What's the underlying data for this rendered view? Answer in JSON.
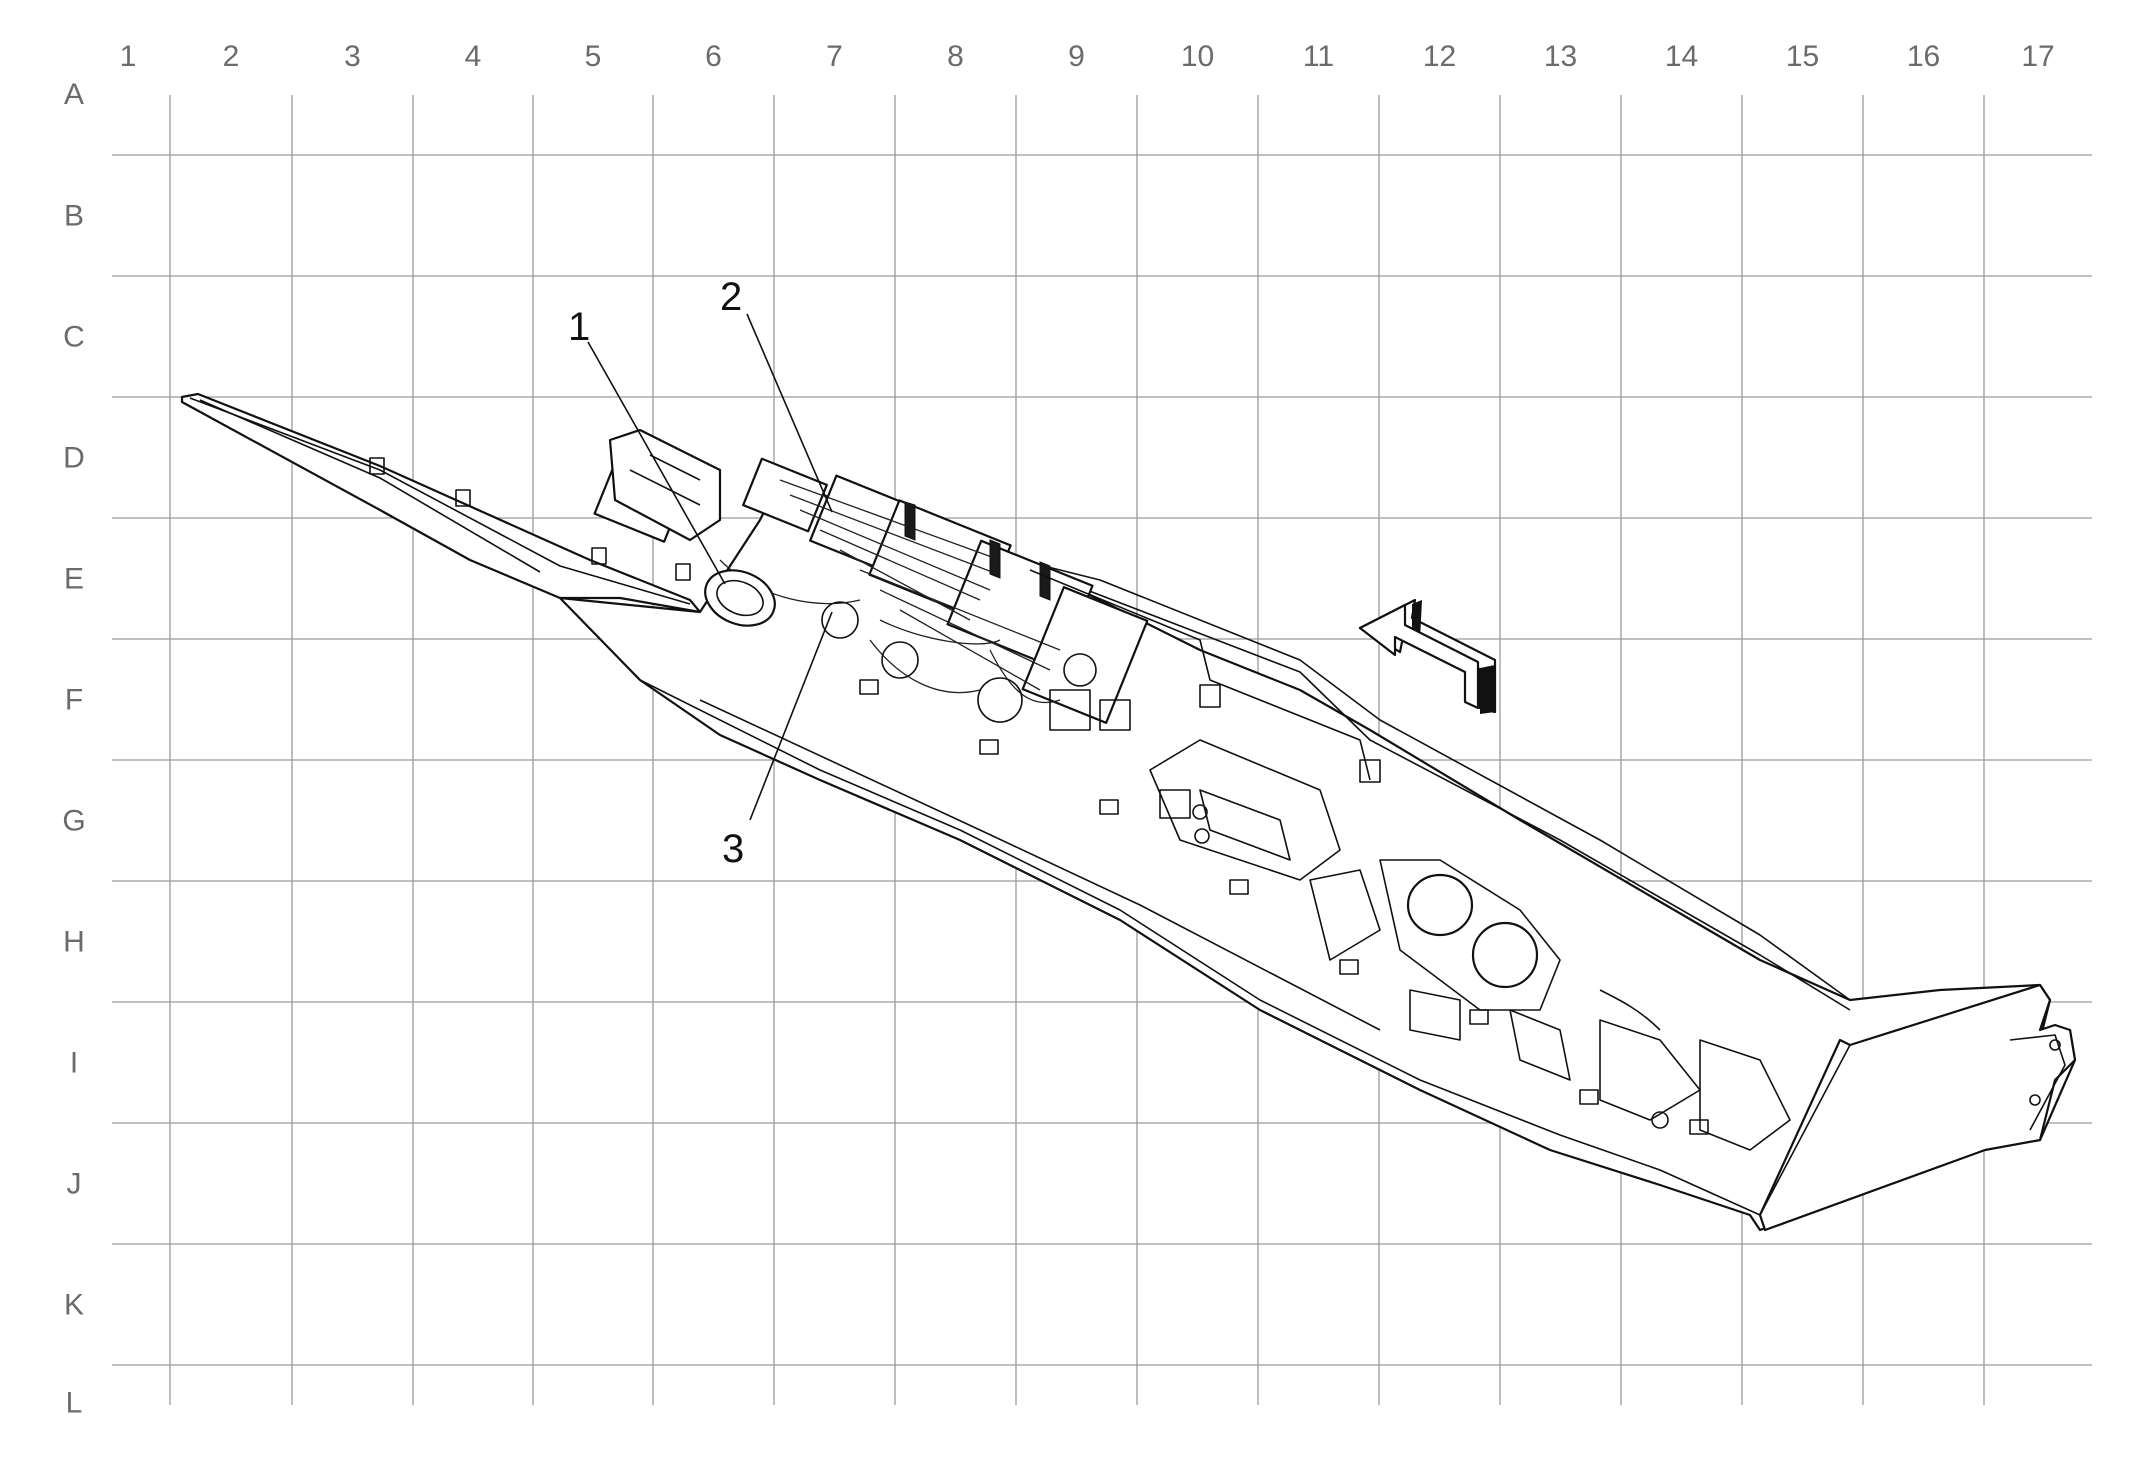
{
  "grid": {
    "columns": [
      "1",
      "2",
      "3",
      "4",
      "5",
      "6",
      "7",
      "8",
      "9",
      "10",
      "11",
      "12",
      "13",
      "14",
      "15",
      "16",
      "17"
    ],
    "rows": [
      "A",
      "B",
      "C",
      "D",
      "E",
      "F",
      "G",
      "H",
      "I",
      "J",
      "K",
      "L"
    ]
  },
  "callouts": [
    {
      "id": "1",
      "label": "1"
    },
    {
      "id": "2",
      "label": "2"
    },
    {
      "id": "3",
      "label": "3"
    }
  ],
  "direction_arrow": {
    "icon": "forward-direction-arrow-icon"
  }
}
